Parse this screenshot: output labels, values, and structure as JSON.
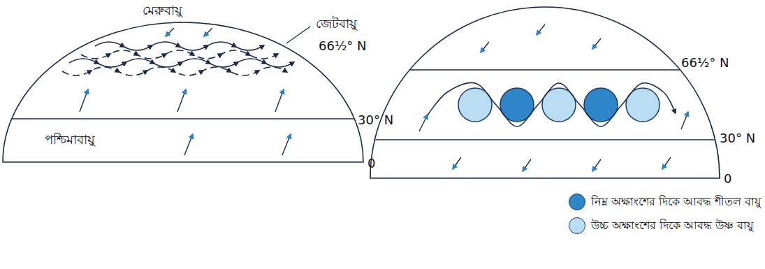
{
  "diagram": {
    "labels": [
      "মেরুবায়ু",
      "জেটবায়ু",
      "66½° N",
      "পশ্চিমাবায়ু",
      "30° N",
      "0",
      "66½° N",
      "30° N",
      "0"
    ],
    "legend": [
      {
        "text": "নিম্ন অক্ষাংশের দিকে আবদ্ধ শীতল বায়ু",
        "color": "#2e86c9"
      },
      {
        "text": "উচ্চ অক্ষাংশের দিকে আবদ্ধ উষ্ণ বায়ু",
        "color": "#b9def3"
      }
    ]
  }
}
